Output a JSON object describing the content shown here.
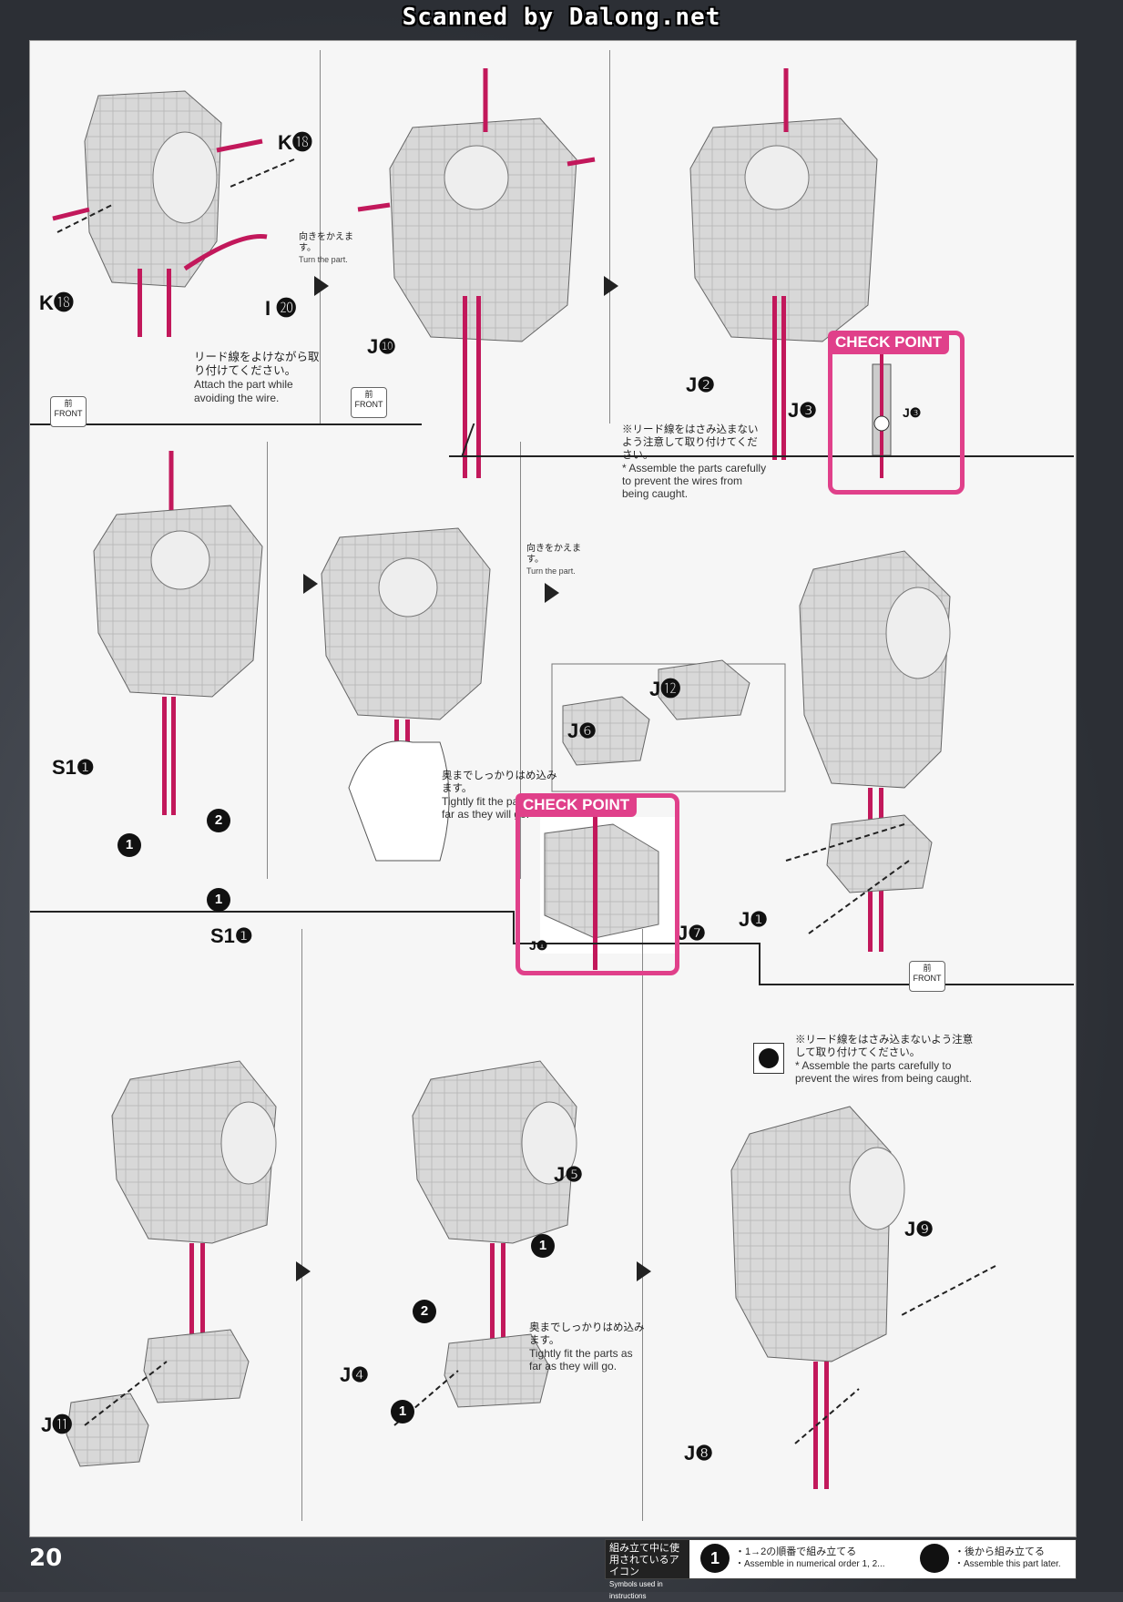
{
  "header": {
    "scan_credit": "Scanned by Dalong.net"
  },
  "parts": {
    "k18_top": "K⓲",
    "k18_left": "K⓲",
    "i20": "I ⓴",
    "j10": "J❿",
    "j2": "J❷",
    "j3": "J❸",
    "s1": "S1❶",
    "j12": "J⓬",
    "j6": "J❻",
    "j1": "J❶",
    "j7": "J❼",
    "j11": "J⓫",
    "j5": "J❺",
    "j4": "J❹",
    "j9": "J❾",
    "j8": "J❽"
  },
  "notes": {
    "avoid_wire_ja": "リード線をよけながら取り付けてください。",
    "avoid_wire_en": "Attach the part while avoiding the wire.",
    "turn_ja": "向きをかえます。",
    "turn_en": "Turn the part.",
    "wire_caught_ja": "※リード線をはさみ込まないよう注意して取り付けてください。",
    "wire_caught_en": "* Assemble the parts carefully to prevent the wires from being caught.",
    "fit_ja": "奥までしっかりはめ込みます。",
    "fit_en": "Tightly fit the parts as far as they will go.",
    "wire_caught_long_ja": "※リード線をはさみ込まないよう注意して取り付けてください。",
    "wire_caught_long_en": "* Assemble the parts carefully to prevent the wires from being caught."
  },
  "front": {
    "ja": "前",
    "en": "FRONT"
  },
  "check_point": {
    "title": "CHECK POINT"
  },
  "steps": {
    "one": "1",
    "two": "2"
  },
  "footer": {
    "page_number": "20",
    "legend_title_ja": "組み立て中に使用されているアイコン",
    "legend_title_en": "Symbols used in instructions",
    "order_ja": "・1→2の順番で組み立てる",
    "order_en": "・Assemble in numerical order 1, 2...",
    "later_ja": "・後から組み立てる",
    "later_en": "・Assemble this part later."
  }
}
